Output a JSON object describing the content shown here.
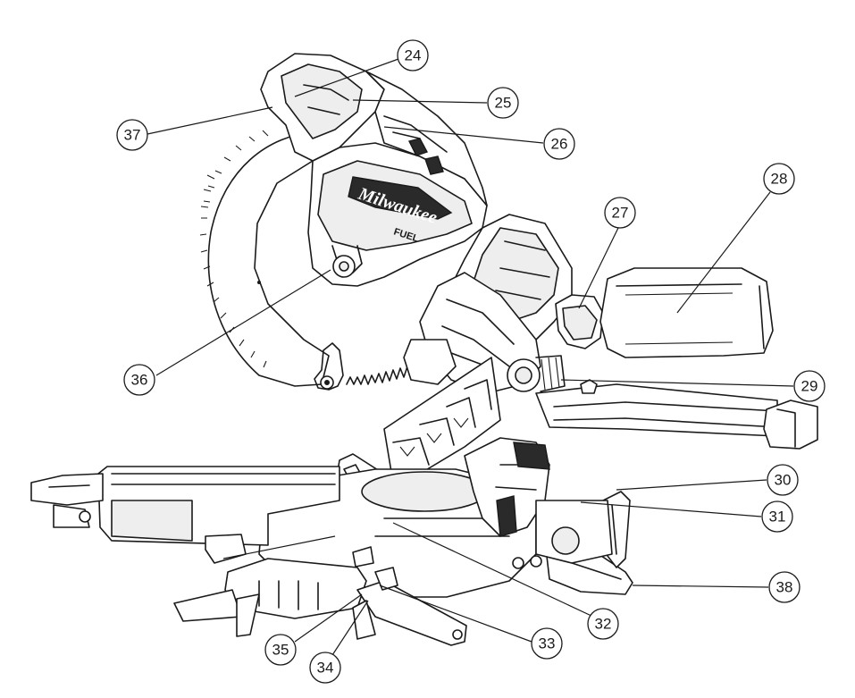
{
  "diagram": {
    "brand_logo_text": "Milwaukee",
    "brand_badge_text": "FUEL",
    "callouts": [
      {
        "id": "c24",
        "label": "24"
      },
      {
        "id": "c25",
        "label": "25"
      },
      {
        "id": "c26",
        "label": "26"
      },
      {
        "id": "c37",
        "label": "37"
      },
      {
        "id": "c27",
        "label": "27"
      },
      {
        "id": "c28",
        "label": "28"
      },
      {
        "id": "c36",
        "label": "36"
      },
      {
        "id": "c29",
        "label": "29"
      },
      {
        "id": "c30",
        "label": "30"
      },
      {
        "id": "c31",
        "label": "31"
      },
      {
        "id": "c38",
        "label": "38"
      },
      {
        "id": "c32",
        "label": "32"
      },
      {
        "id": "c33",
        "label": "33"
      },
      {
        "id": "c35",
        "label": "35"
      },
      {
        "id": "c34",
        "label": "34"
      }
    ]
  }
}
